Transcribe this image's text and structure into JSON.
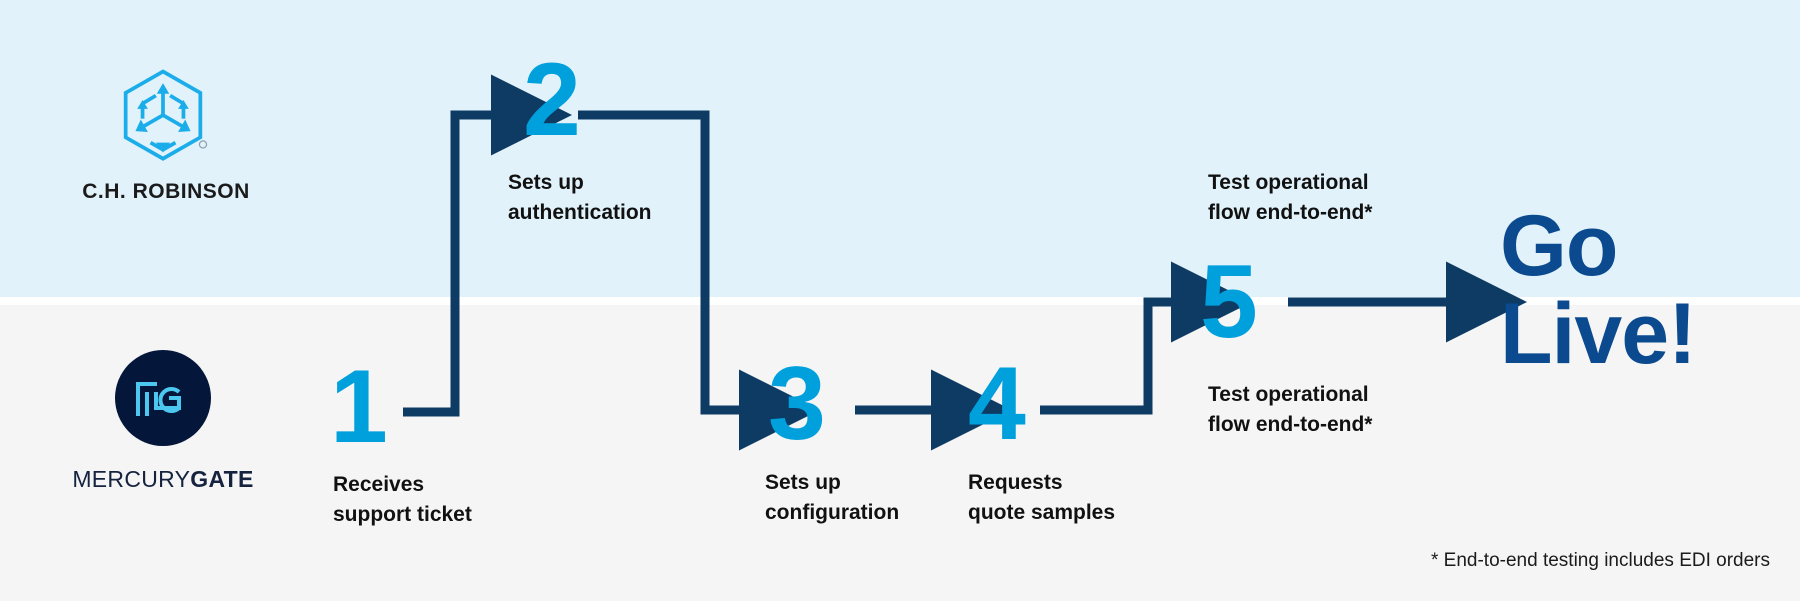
{
  "bands": {
    "top_lane": "C.H. Robinson",
    "bottom_lane": "MercuryGate",
    "top_color": "#e1f2fb",
    "bottom_color": "#f5f5f5"
  },
  "brand": {
    "chr_name": "C.H. ROBINSON",
    "chr_logo_icon": "cube-arrows-hexagon-icon",
    "chr_accent": "#00a0dd",
    "mg_mark_icon": "mercurygate-mg-monogram-icon",
    "mg_word_light": "MERCURY",
    "mg_word_heavy": "GATE",
    "mg_badge_color": "#04173a"
  },
  "colors": {
    "number": "#00a0dd",
    "connector": "#0d3b63",
    "golive": "#0b4a8f",
    "label": "#111111"
  },
  "steps": [
    {
      "number": "1",
      "label": "Receives\nsupport ticket",
      "lane": "MercuryGate"
    },
    {
      "number": "2",
      "label": "Sets up\nauthentication",
      "lane": "C.H. Robinson"
    },
    {
      "number": "3",
      "label": "Sets up\nconfiguration",
      "lane": "MercuryGate"
    },
    {
      "number": "4",
      "label": "Requests\nquote samples",
      "lane": "MercuryGate"
    },
    {
      "number": "5",
      "label_top": "Test operational\nflow end-to-end*",
      "label_bottom": "Test operational\nflow end-to-end*",
      "lane": "both"
    }
  ],
  "outcome": {
    "line1": "Go",
    "line2": "Live!"
  },
  "footnote": "* End-to-end testing includes EDI orders"
}
